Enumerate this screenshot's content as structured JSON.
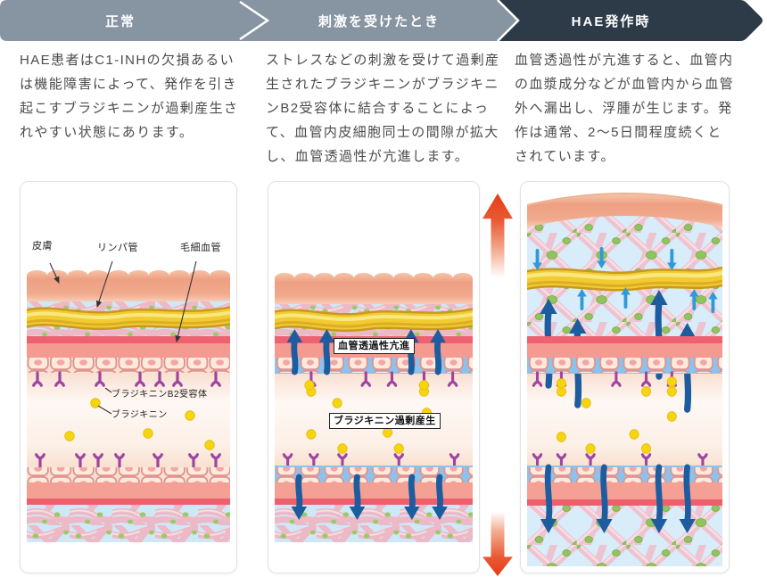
{
  "banners": [
    {
      "label": "正常"
    },
    {
      "label": "刺激を受けたとき"
    },
    {
      "label": "HAE発作時"
    }
  ],
  "intro": {
    "normal": {
      "lines": [
        "HAE患者はC1-INHの欠損あるい",
        "は機能障害によって、発作を引き",
        "起こすブラジキニンが過剰産生さ",
        "れやすい状態にあります。"
      ]
    },
    "stimulated": {
      "lines": [
        "ストレスなどの刺激を受けて過剰産",
        "生されたブラジキニンがブラジキニ",
        "ンB2受容体に結合することによっ",
        "て、血管内皮細胞同士の間隙が拡大",
        "し、血管透過性が亢進します。"
      ]
    },
    "attack": {
      "lines": [
        "血管透過性が亢進すると、血管内",
        "の血漿成分などが血管内から血管",
        "外へ漏出し、浮腫が生じます。発",
        "作は通常、2〜5日間程度続くと",
        "されています。"
      ]
    }
  },
  "diagram_labels": {
    "skin": "皮膚",
    "lymph_vessel": "リンパ管",
    "capillary": "毛細血管",
    "b2_receptor": "ブラジキニンB2受容体",
    "bradykinin": "ブラジキニン",
    "permeability": "血管透過性亢進",
    "overproduction": "ブラジキニン過剰産生"
  },
  "colors": {
    "banner_gray": "#8794a2",
    "banner_dark": "#2d3b48",
    "red_arrow": "#e6401c",
    "blue_arrow": "#1d5c9e",
    "light_blue_arrow": "#2f9ad8",
    "lymph_yellow": "#f2cb33",
    "receptor_purple": "#a0459f",
    "bradykinin_yellow": "#f6d50f",
    "mesh_blue": "#cfe8f7",
    "capillary_red": "#ee6170"
  }
}
